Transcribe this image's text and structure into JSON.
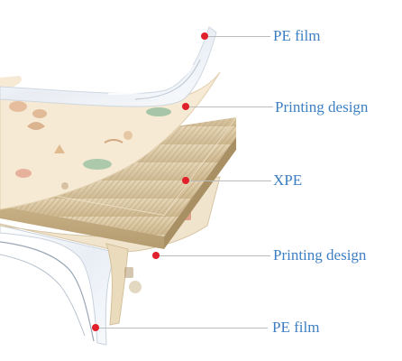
{
  "layers": [
    {
      "label": "PE film"
    },
    {
      "label": "Printing design"
    },
    {
      "label": "XPE"
    },
    {
      "label": "Printing design"
    },
    {
      "label": "PE film"
    }
  ],
  "colors": {
    "label_text": "#3d7fc2",
    "marker": "#e0202a",
    "leader_line": "#bcbcbc",
    "xpe_core": "#d7c39d",
    "print_background": "#f4e9d6",
    "pe_film": "#eef2f7"
  }
}
